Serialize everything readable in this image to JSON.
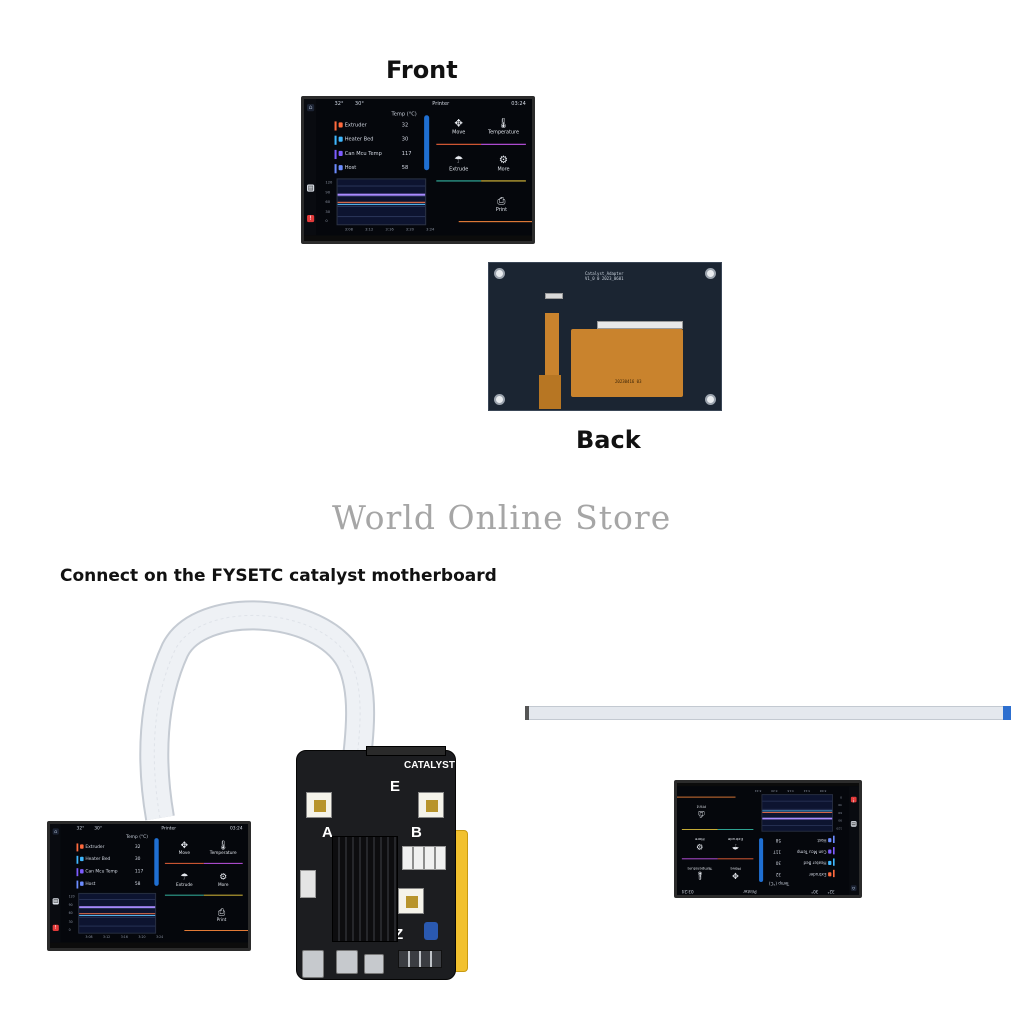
{
  "headings": {
    "front": "Front",
    "back": "Back",
    "connect": "Connect on the FYSETC catalyst motherboard"
  },
  "watermark": "World Online Store",
  "screen_ui": {
    "status_left": "32°",
    "status_right": "30°",
    "column_header": "Temp (°C)",
    "panel_title": "Printer",
    "clock": "03:24",
    "rows": [
      {
        "name": "Extruder",
        "value": "32",
        "color": "#ff6a3d"
      },
      {
        "name": "Heater Bed",
        "value": "30",
        "color": "#3fb8ff"
      },
      {
        "name": "Can Mcu Temp",
        "value": "117",
        "color": "#7d5cff"
      },
      {
        "name": "Host",
        "value": "58",
        "color": "#6c8cff"
      }
    ],
    "chart_yticks": [
      "120",
      "90",
      "60",
      "30",
      "0"
    ],
    "chart_xticks": [
      "3:08",
      "3:12",
      "3:16",
      "3:20",
      "3:24"
    ],
    "tiles": [
      {
        "label": "Move",
        "glyph": "✥",
        "underline": "#ff6a3d"
      },
      {
        "label": "Temperature",
        "glyph": "🌡",
        "underline": "#d65cff"
      },
      {
        "label": "Extrude",
        "glyph": "☂",
        "underline": "#38c7b0"
      },
      {
        "label": "More",
        "glyph": "⚙",
        "underline": "#f0d040"
      },
      {
        "label": "Print",
        "glyph": "⎙",
        "underline": "#ff8a3d"
      }
    ],
    "colors": {
      "accent": "#1f6fd2",
      "sidebar_badge": "#e23a3a"
    }
  },
  "back_board": {
    "silk_label_1": "Catalyst_Adapter",
    "silk_label_2": "V1_0 0 2023_0601",
    "silk_label_3": "20230416 03"
  },
  "motherboard": {
    "brand": "CATALYST",
    "slots": [
      "A",
      "B",
      "E",
      "Z"
    ]
  }
}
